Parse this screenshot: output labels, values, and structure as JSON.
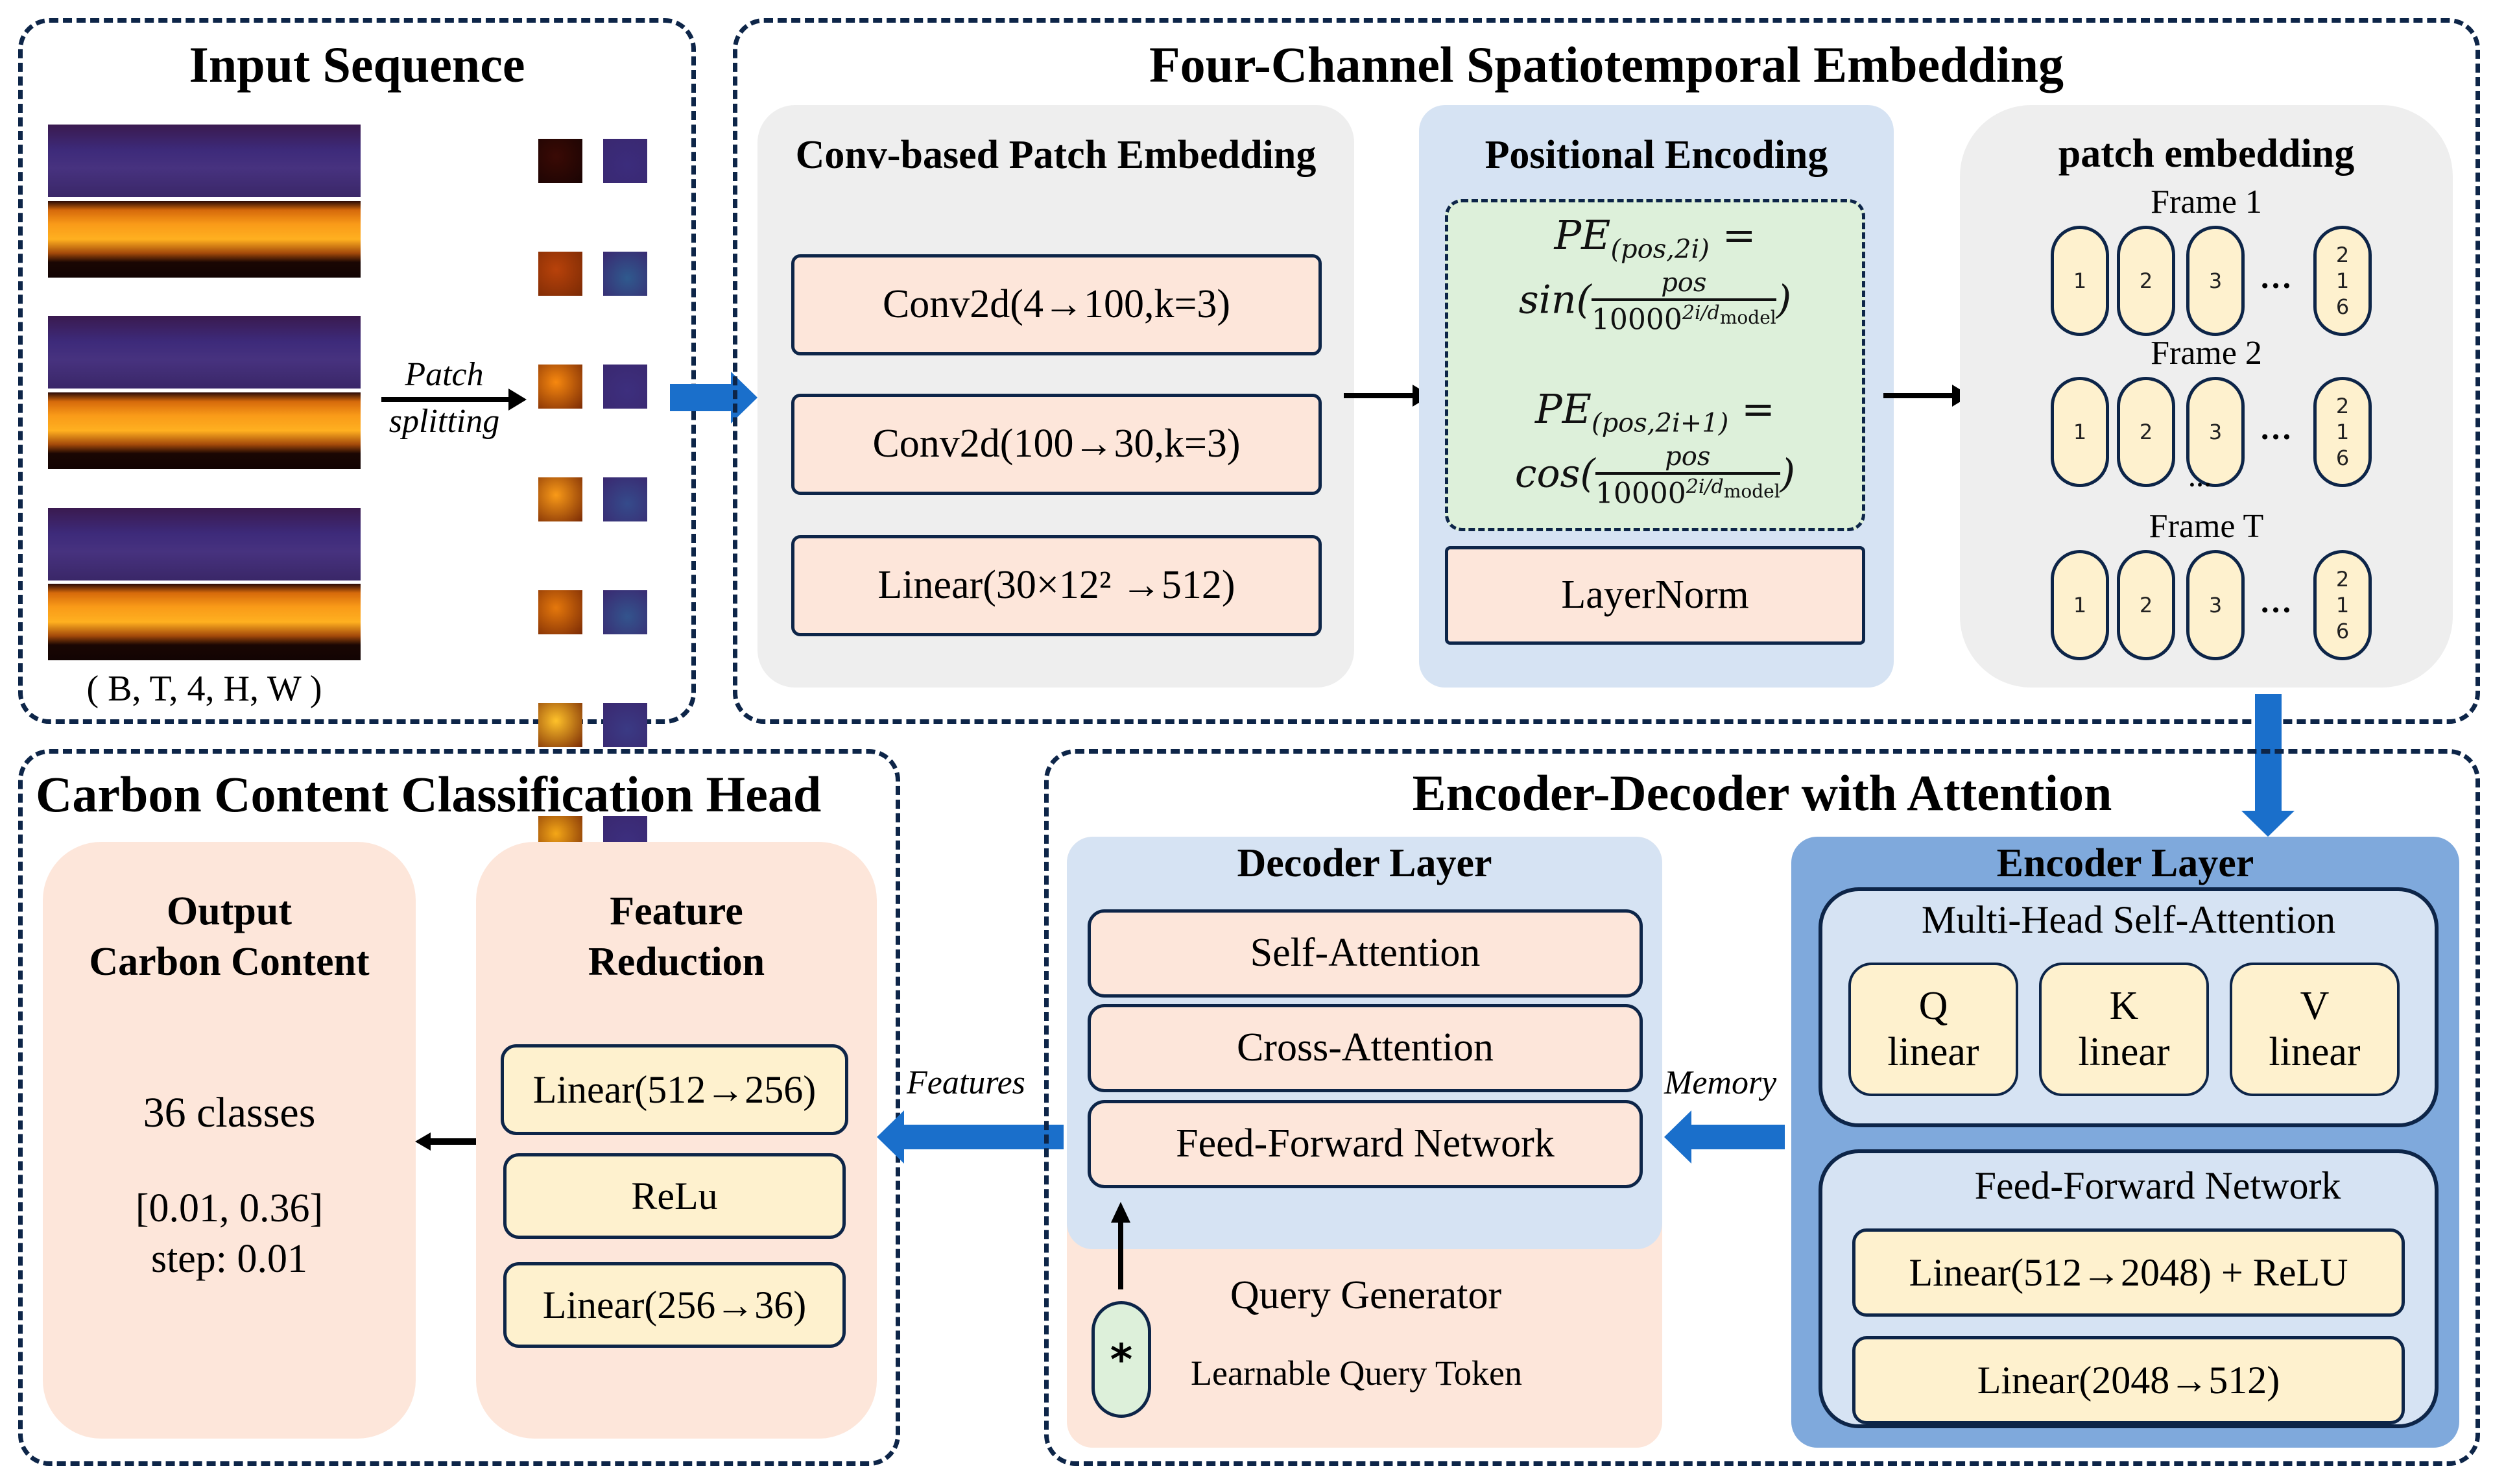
{
  "input_sequence": {
    "title": "Input Sequence",
    "shape_label": "( B, T, 4, H, W )",
    "patch_arrow_label_line1": "Patch",
    "patch_arrow_label_line2": "splitting",
    "frame_pairs": 3,
    "patch_rows": 8
  },
  "embedding": {
    "title": "Four-Channel Spatiotemporal Embedding",
    "conv_patch": {
      "title": "Conv-based Patch Embedding",
      "layers": [
        "Conv2d(4→100,k=3)",
        "Conv2d(100→30,k=3)",
        "Linear(30×12² →512)"
      ]
    },
    "positional": {
      "title": "Positional Encoding",
      "pe1_lhs": "PE",
      "pe1_sub": "(pos,2i)",
      "pe1_func": "sin(",
      "pe2_lhs": "PE",
      "pe2_sub": "(pos,2i+1)",
      "pe2_func": "cos(",
      "equals": "=",
      "numerator": "pos",
      "denominator_base": "10000",
      "denominator_exp": "2i/d",
      "denominator_exp_sub": "model",
      "close_paren": ")",
      "layernorm": "LayerNorm"
    },
    "patch_embedding": {
      "title": "patch embedding",
      "frames": [
        {
          "label": "Frame 1",
          "tokens": [
            "1",
            "2",
            "3"
          ],
          "ellipsis": "…",
          "last_token": [
            "2",
            "1",
            "6"
          ]
        },
        {
          "label": "Frame 2",
          "tokens": [
            "1",
            "2",
            "3"
          ],
          "ellipsis": "…",
          "last_token": [
            "2",
            "1",
            "6"
          ]
        },
        {
          "label": "Frame T",
          "tokens": [
            "1",
            "2",
            "3"
          ],
          "ellipsis": "…",
          "last_token": [
            "2",
            "1",
            "6"
          ]
        }
      ],
      "between_frames_ellipsis": "…"
    }
  },
  "classification_head": {
    "title": "Carbon Content Classification Head",
    "output": {
      "title_line1": "Output",
      "title_line2": "Carbon Content",
      "classes": "36 classes",
      "range": "[0.01, 0.36]",
      "step": "step: 0.01"
    },
    "feature_reduction": {
      "title_line1": "Feature",
      "title_line2": "Reduction",
      "layers": [
        "Linear(512→256)",
        "ReLu",
        "Linear(256→36)"
      ]
    },
    "features_label": "Features"
  },
  "encoder_decoder": {
    "title": "Encoder-Decoder with Attention",
    "decoder": {
      "title": "Decoder Layer",
      "layers": [
        "Self-Attention",
        "Cross-Attention",
        "Feed-Forward Network"
      ],
      "query_generator": "Query Generator",
      "query_token_symbol": "*",
      "query_token_label": "Learnable Query Token"
    },
    "memory_label": "Memory",
    "encoder": {
      "title": "Encoder Layer",
      "mhsa": {
        "title": "Multi-Head Self-Attention",
        "heads": [
          {
            "letter": "Q",
            "label": "linear"
          },
          {
            "letter": "K",
            "label": "linear"
          },
          {
            "letter": "V",
            "label": "linear"
          }
        ]
      },
      "ffn": {
        "title": "Feed-Forward Network",
        "layers": [
          "Linear(512→2048) + ReLU",
          "Linear(2048→512)"
        ]
      }
    }
  },
  "colors": {
    "panel_border": "#0d2548",
    "flow_arrow": "#1a6fcb",
    "peach": "#fde6da",
    "light_blue": "#d6e3f3",
    "encoder_blue": "#7fa9dc",
    "yellow": "#fef1ce",
    "green": "#ddf0da",
    "gray": "#eeeeee"
  }
}
